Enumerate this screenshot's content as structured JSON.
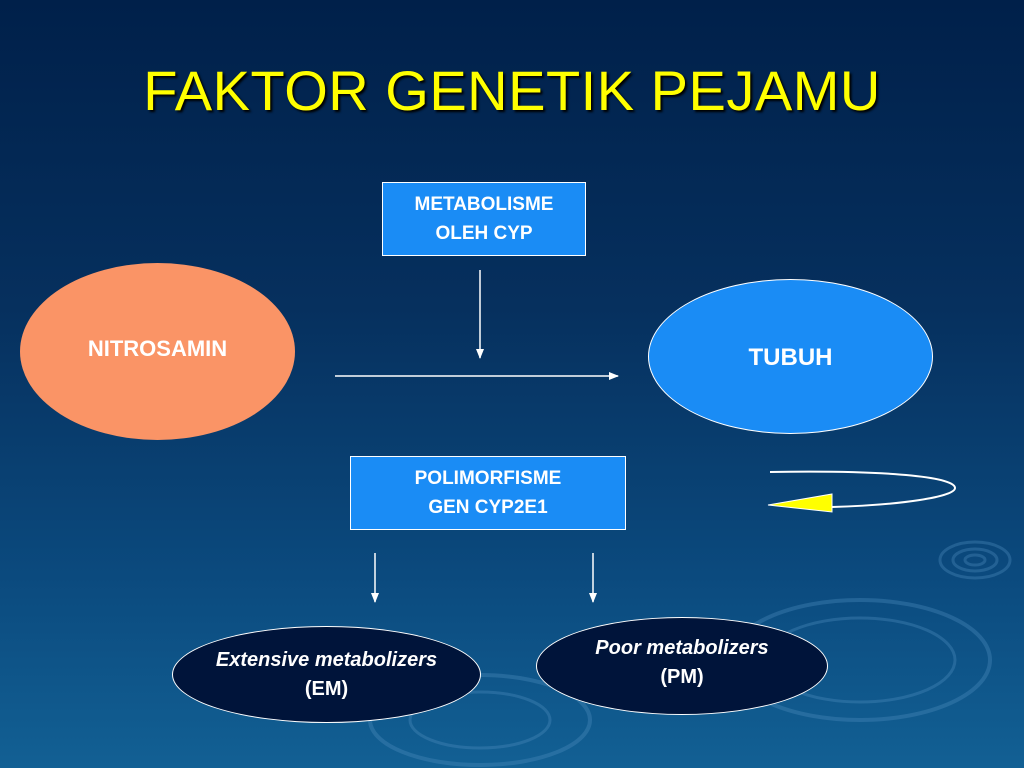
{
  "slide": {
    "title": "FAKTOR GENETIK PEJAMU",
    "boxes": {
      "metabolism_line1": "METABOLISME",
      "metabolism_line2": "OLEH CYP",
      "polymorphism_line1": "POLIMORFISME",
      "polymorphism_line2": "GEN CYP2E1"
    },
    "nodes": {
      "nitrosamin": "NITROSAMIN",
      "tubuh": "TUBUH",
      "em_line1": "Extensive metabolizers",
      "em_line2": "(EM)",
      "pm_line1": "Poor metabolizers",
      "pm_line2": "(PM)"
    },
    "colors": {
      "title": "#ffff00",
      "box_fill": "#1a8cf5",
      "nitrosamin_fill": "#fa9466",
      "tubuh_fill": "#1a8cf5",
      "metabolizer_fill": "#00143a",
      "arrowhead_yellow": "#ffff00"
    }
  }
}
